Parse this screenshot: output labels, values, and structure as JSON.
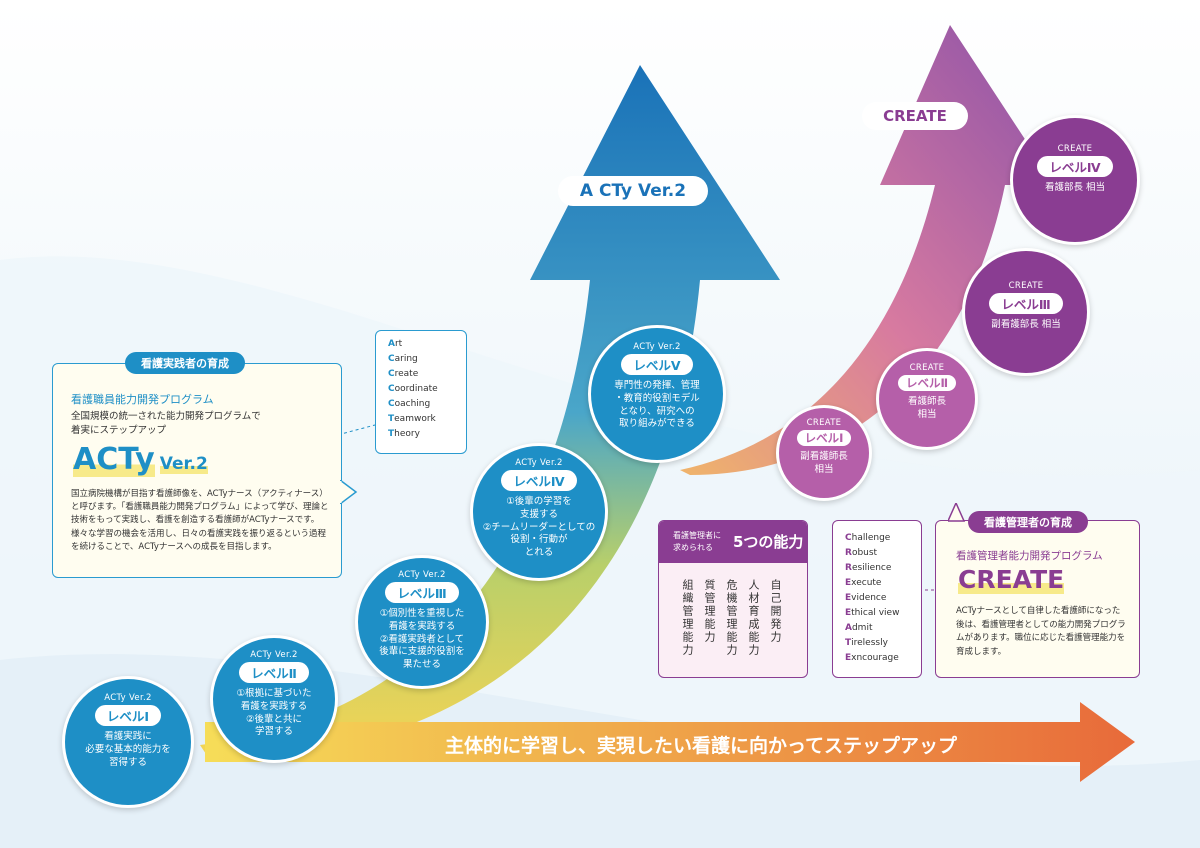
{
  "colors": {
    "acty_blue": "#1e8fc6",
    "create_purple": "#8a3d92",
    "create_pink": "#b55fa9",
    "arrow_orange": "#e86a3a",
    "arrow_yellow": "#f5d454"
  },
  "acty_arrow_label": "A CTy Ver.2",
  "create_arrow_label": "CREATE",
  "bottom_arrow_text": "主体的に学習し、実現したい看護に向かってステップアップ",
  "acty_levels": [
    {
      "sub": "ACTy Ver.2",
      "level": "レベルⅠ",
      "desc": "看護実践に\n必要な基本的能力を\n習得する"
    },
    {
      "sub": "ACTy Ver.2",
      "level": "レベルⅡ",
      "desc": "①根拠に基づいた\n看護を実践する\n②後輩と共に\n学習する"
    },
    {
      "sub": "ACTy Ver.2",
      "level": "レベルⅢ",
      "desc": "①個別性を重視した\n看護を実践する\n②看護実践者として\n後輩に支援的役割を\n果たせる"
    },
    {
      "sub": "ACTy Ver.2",
      "level": "レベルⅣ",
      "desc": "①後輩の学習を\n支援する\n②チームリーダーとしての\n役割・行動が\nとれる"
    },
    {
      "sub": "ACTy Ver.2",
      "level": "レベルⅤ",
      "desc": "専門性の発揮、管理\n・教育的役割モデル\nとなり、研究への\n取り組みができる"
    }
  ],
  "create_levels": [
    {
      "sub": "CREATE",
      "level": "レベルⅠ",
      "desc": "副看護師長\n相当"
    },
    {
      "sub": "CREATE",
      "level": "レベルⅡ",
      "desc": "看護師長\n相当"
    },
    {
      "sub": "CREATE",
      "level": "レベルⅢ",
      "desc": "副看護部長 相当"
    },
    {
      "sub": "CREATE",
      "level": "レベルⅣ",
      "desc": "看護部長 相当"
    }
  ],
  "practitioner_box": {
    "tab": "看護実践者の育成",
    "program_title": "看護職員能力開発プログラム",
    "intro_line1": "全国規模の統一された能力開発プログラムで",
    "intro_line2": "着実にステップアップ",
    "logo_main": "ACTy",
    "logo_ver": "Ver.2",
    "body": "国立病院機構が目指す看護師像を、ACTyナース（アクティナース）と呼びます。「看護職員能力開発プログラム」によって学び、理論と技術をもって実践し、看護を創造する看護師がACTyナースです。様々な学習の機会を活用し、日々の看護実践を振り返るという過程を続けることで、ACTyナースへの成長を目指します。"
  },
  "acty_acronym": [
    {
      "initial": "A",
      "rest": "rt"
    },
    {
      "initial": "C",
      "rest": "aring"
    },
    {
      "initial": "C",
      "rest": "reate"
    },
    {
      "initial": "C",
      "rest": "oordinate"
    },
    {
      "initial": "C",
      "rest": "oaching"
    },
    {
      "initial": "T",
      "rest": "eamwork"
    },
    {
      "initial": "T",
      "rest": "heory"
    }
  ],
  "five_abilities": {
    "header_small_line1": "看護管理者に",
    "header_small_line2": "求められる",
    "header_big": "5つの能力",
    "items": [
      "自己開発力",
      "人材育成能力",
      "危機管理能力",
      "質管理能力",
      "組織管理能力"
    ]
  },
  "create_acronym": [
    {
      "initial": "C",
      "rest": "hallenge"
    },
    {
      "initial": "R",
      "rest": "obust"
    },
    {
      "initial": "R",
      "rest": "esilience"
    },
    {
      "initial": "E",
      "rest": "xecute"
    },
    {
      "initial": "E",
      "rest": "vidence"
    },
    {
      "initial": "E",
      "rest": "thical view"
    },
    {
      "initial": "A",
      "rest": "dmit"
    },
    {
      "initial": "T",
      "rest": "irelessly"
    },
    {
      "initial": "E",
      "rest": "xncourage"
    }
  ],
  "manager_box": {
    "tab": "看護管理者の育成",
    "program_title": "看護管理者能力開発プログラム",
    "logo": "CREATE",
    "body": "ACTyナースとして自律した看護師になった後は、看護管理者としての能力開発プログラムがあります。職位に応じた看護管理能力を育成します。"
  }
}
